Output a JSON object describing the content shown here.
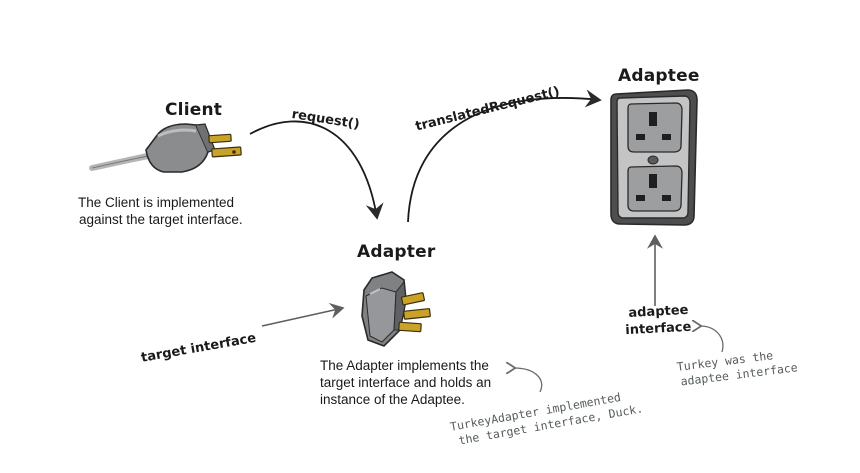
{
  "labels": {
    "client": "Client",
    "adapter": "Adapter",
    "adaptee": "Adaptee",
    "request": "request()",
    "translated_request": "translatedRequest()",
    "target_interface": "target interface",
    "adaptee_interface_line1": "adaptee",
    "adaptee_interface_line2": "interface"
  },
  "notes": {
    "client_line1": "The Client is implemented",
    "client_line2": "against the target interface.",
    "adapter_line1": "The Adapter implements the",
    "adapter_line2": "target interface and holds an",
    "adapter_line3": "instance of the Adaptee.",
    "turkey_adapter_line1": "TurkeyAdapter implemented",
    "turkey_adapter_line2": "the target interface, Duck.",
    "turkey_line1": "Turkey was the",
    "turkey_line2": "adaptee interface"
  },
  "colors": {
    "ink": "#1a1a1a",
    "annotation": "#555b5d",
    "plug_body": "#8a8c8e",
    "prong": "#c9a227",
    "outlet_plate": "#c4c4c4"
  },
  "icons": [
    "client-plug-icon",
    "adapter-plug-icon",
    "wall-outlet-icon"
  ]
}
